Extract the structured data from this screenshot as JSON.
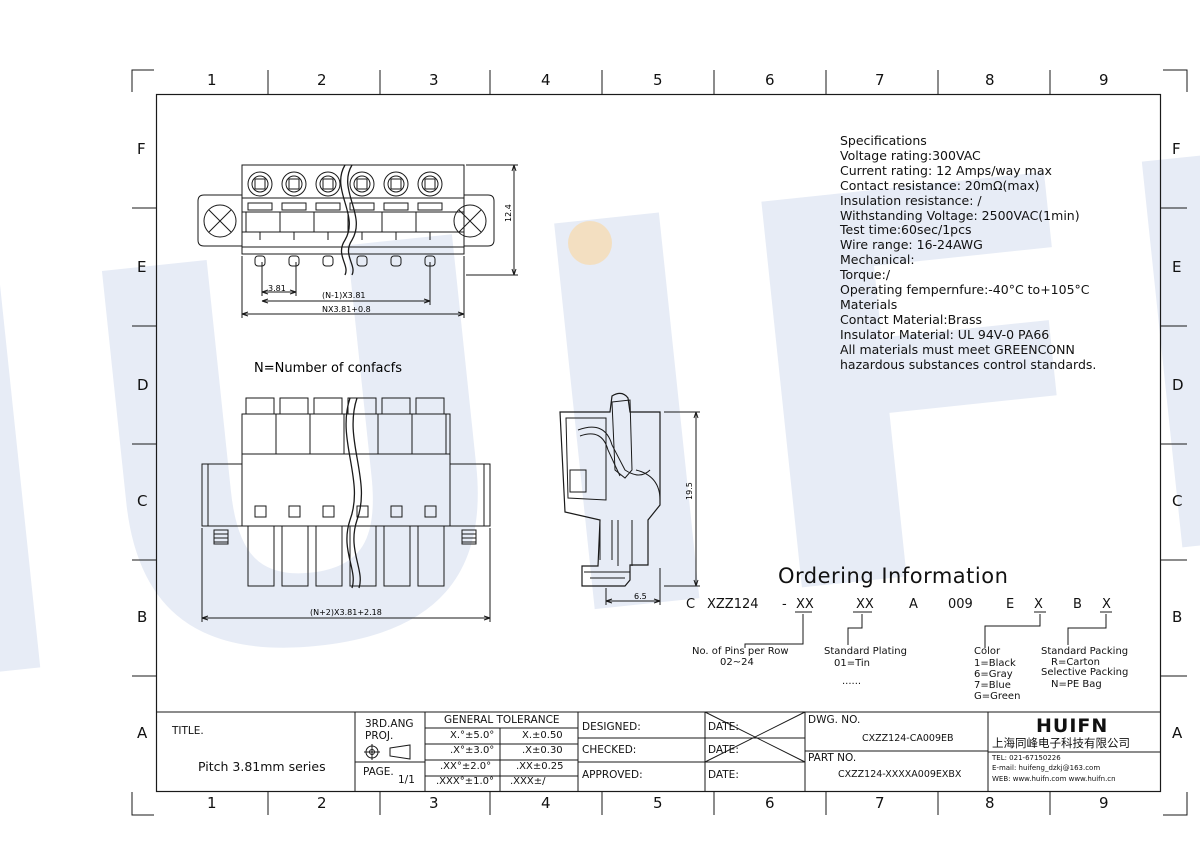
{
  "ruler": {
    "columns": [
      "1",
      "2",
      "3",
      "4",
      "5",
      "6",
      "7",
      "8",
      "9"
    ],
    "rows": [
      "F",
      "E",
      "D",
      "C",
      "B",
      "A"
    ]
  },
  "watermark": "HUIFN",
  "specifications": [
    "Specifications",
    "Voltage rating:300VAC",
    "Current rating: 12 Amps/way max",
    "Contact resistance: 20mΩ(max)",
    "Insulation resistance: /",
    "Withstanding Voltage: 2500VAC(1min)",
    "Test time:60sec/1pcs",
    "Wire range: 16-24AWG",
    "Mechanical:",
    "Torque:/",
    "Operating fempernfure:-40°C to+105°C",
    "Materials",
    "Contact Material:Brass",
    "Insulator Material: UL 94V-0 PA66",
    "All materials must meet GREENCONN",
    "hazardous substances control standards."
  ],
  "dimensions": {
    "pitch": "3.81",
    "span": "(N-1)X3.81",
    "total": "NX3.81+0.8",
    "height_top": "12.4",
    "note": "N=Number of confacfs",
    "front_total": "(N+2)X3.81+2.18",
    "side_height": "19.5",
    "side_width": "6.5"
  },
  "ordering": {
    "title": "Ordering Information",
    "code": [
      "C",
      "XZZ124",
      "-",
      "XX",
      "XX",
      "A",
      "009",
      "E",
      "X",
      "B",
      "X"
    ],
    "pins_label": "No. of Pins per Row",
    "pins_range": "02~24",
    "plating_label": "Standard Plating",
    "plating_value": "01=Tin",
    "plating_more": "......",
    "color_label": "Color",
    "colors": [
      "1=Black",
      "6=Gray",
      "7=Blue",
      "G=Green"
    ],
    "packing_label": "Standard Packing",
    "packing_value": "R=Carton",
    "selective_label": "Selective Packing",
    "selective_value": "N=PE Bag"
  },
  "title_block": {
    "title_label": "TITLE.",
    "title_value": "Pitch 3.81mm series",
    "proj_label1": "3RD.ANG",
    "proj_label2": "PROJ.",
    "page_label": "PAGE.",
    "page_value": "1/1",
    "tol_header": "GENERAL  TOLERANCE",
    "tol_rows": [
      [
        "X.°±5.0°",
        "X.±0.50"
      ],
      [
        ".X°±3.0°",
        ".X±0.30"
      ],
      [
        ".XX°±2.0°",
        ".XX±0.25"
      ],
      [
        ".XXX°±1.0°",
        ".XXX±/"
      ]
    ],
    "designed": "DESIGNED:",
    "checked": "CHECKED:",
    "approved": "APPROVED:",
    "date": "DATE:",
    "dwg_label": "DWG. NO.",
    "dwg_value": "CXZZ124-CA009EB",
    "part_label": "PART NO.",
    "part_value": "CXZZ124-XXXXA009EXBX",
    "company_logo": "HUIFN",
    "company_name": "上海同峰电子科技有限公司",
    "tel": "TEL: 021-67150226",
    "email": "E-mail: huifeng_dzkj@163.com",
    "web": "WEB: www.huifn.com  www.huifn.cn"
  },
  "colors": {
    "line": "#1a1a1a",
    "watermark": "#dfe6f3",
    "watermark_accent": "#f6dcb4",
    "logo": "#111111"
  }
}
